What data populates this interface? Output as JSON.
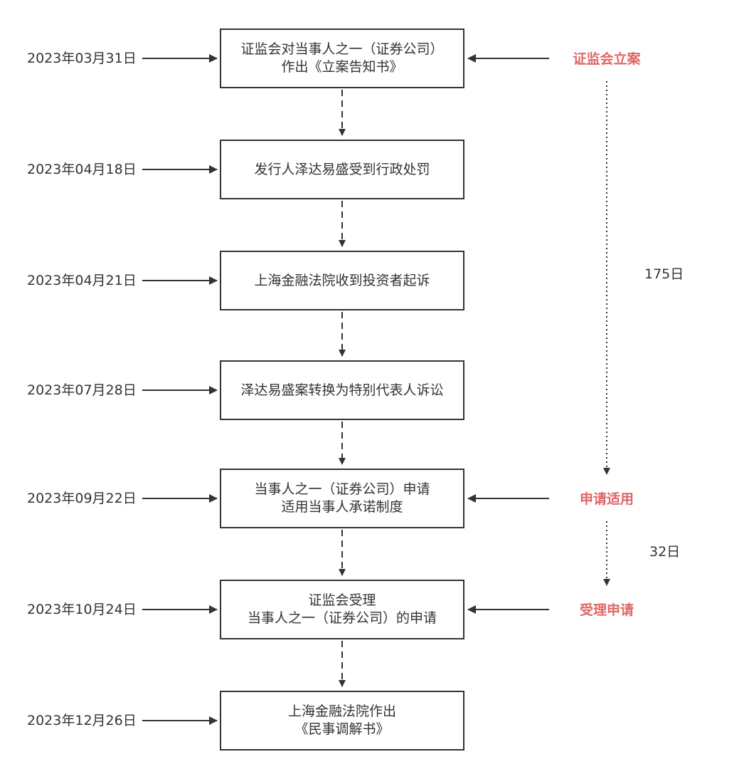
{
  "steps": [
    {
      "date": "2023年03月31日",
      "lines": [
        "证监会对当事人之一（证券公司）",
        "作出《立案告知书》"
      ]
    },
    {
      "date": "2023年04月18日",
      "lines": [
        "发行人泽达易盛受到行政处罚"
      ]
    },
    {
      "date": "2023年04月21日",
      "lines": [
        "上海金融法院收到投资者起诉"
      ]
    },
    {
      "date": "2023年07月28日",
      "lines": [
        "泽达易盛案转换为特别代表人诉讼"
      ]
    },
    {
      "date": "2023年09月22日",
      "lines": [
        "当事人之一（证券公司）申请",
        "适用当事人承诺制度"
      ]
    },
    {
      "date": "2023年10月24日",
      "lines": [
        "证监会受理",
        "当事人之一（证券公司）的申请"
      ]
    },
    {
      "date": "2023年12月26日",
      "lines": [
        "上海金融法院作出",
        "《民事调解书》"
      ]
    }
  ],
  "milestones": [
    {
      "label": "证监会立案",
      "step": 0
    },
    {
      "label": "申请适用",
      "step": 4
    },
    {
      "label": "受理申请",
      "step": 5
    }
  ],
  "durations": [
    {
      "label": "175日"
    },
    {
      "label": "32日"
    }
  ],
  "colors": {
    "line": "#333333",
    "highlight": "#e06666",
    "text": "#333333"
  }
}
